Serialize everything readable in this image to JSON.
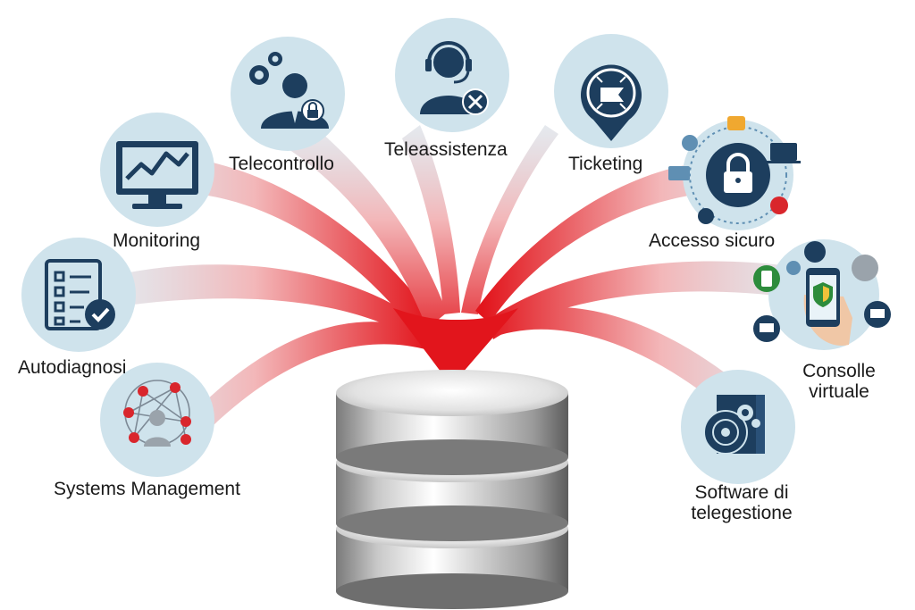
{
  "nodes": [
    {
      "id": "systems-management",
      "label": "Systems Management",
      "icon": "network-person-icon"
    },
    {
      "id": "autodiagnosi",
      "label": "Autodiagnosi",
      "icon": "checklist-icon"
    },
    {
      "id": "monitoring",
      "label": "Monitoring",
      "icon": "monitor-chart-icon"
    },
    {
      "id": "telecontrollo",
      "label": "Telecontrollo",
      "icon": "person-gears-lock-icon"
    },
    {
      "id": "teleassistenza",
      "label": "Teleassistenza",
      "icon": "headset-agent-icon"
    },
    {
      "id": "ticketing",
      "label": "Ticketing",
      "icon": "ticket-pin-icon"
    },
    {
      "id": "accesso-sicuro",
      "label": "Accesso sicuro",
      "icon": "padlock-network-icon"
    },
    {
      "id": "consolle-virtuale",
      "label_lines": [
        "Consolle",
        "virtuale"
      ],
      "icon": "phone-devices-icon"
    },
    {
      "id": "software-telegestione",
      "label_lines": [
        "Software di",
        "telegestione"
      ],
      "icon": "software-disc-gear-icon"
    }
  ],
  "center": {
    "icon": "database-icon"
  },
  "colors": {
    "circle": "#cfe3ec",
    "icon_dark": "#1d3e5e",
    "arrow_red": "#e2151c",
    "accent_red": "#d9262c",
    "label_text": "#1a1a1a"
  }
}
